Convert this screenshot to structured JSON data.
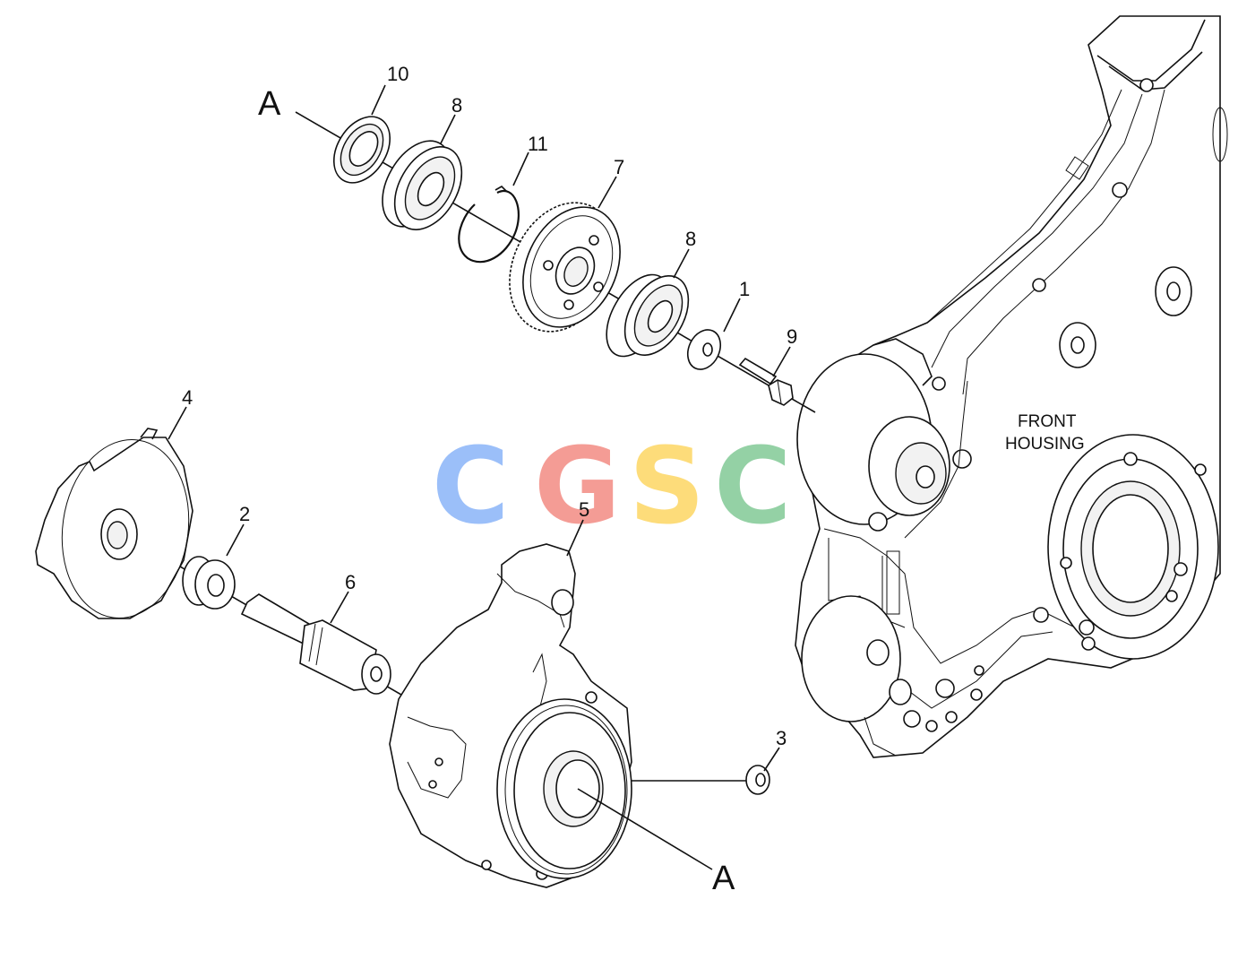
{
  "labels": {
    "section_a_top": "A",
    "section_a_bottom": "A",
    "front_housing_line1": "FRONT",
    "front_housing_line2": "HOUSING"
  },
  "callouts": [
    {
      "id": "1",
      "text": "1"
    },
    {
      "id": "2",
      "text": "2"
    },
    {
      "id": "3",
      "text": "3"
    },
    {
      "id": "4",
      "text": "4"
    },
    {
      "id": "5",
      "text": "5"
    },
    {
      "id": "6",
      "text": "6"
    },
    {
      "id": "7",
      "text": "7"
    },
    {
      "id": "8a",
      "text": "8"
    },
    {
      "id": "8b",
      "text": "8"
    },
    {
      "id": "9",
      "text": "9"
    },
    {
      "id": "10",
      "text": "10"
    },
    {
      "id": "11",
      "text": "11"
    }
  ],
  "watermark": {
    "letters": [
      "C",
      "G",
      "S",
      "C"
    ],
    "colors": [
      "#8ab4f8",
      "#f28b82",
      "#fdd663",
      "#81c995"
    ]
  }
}
